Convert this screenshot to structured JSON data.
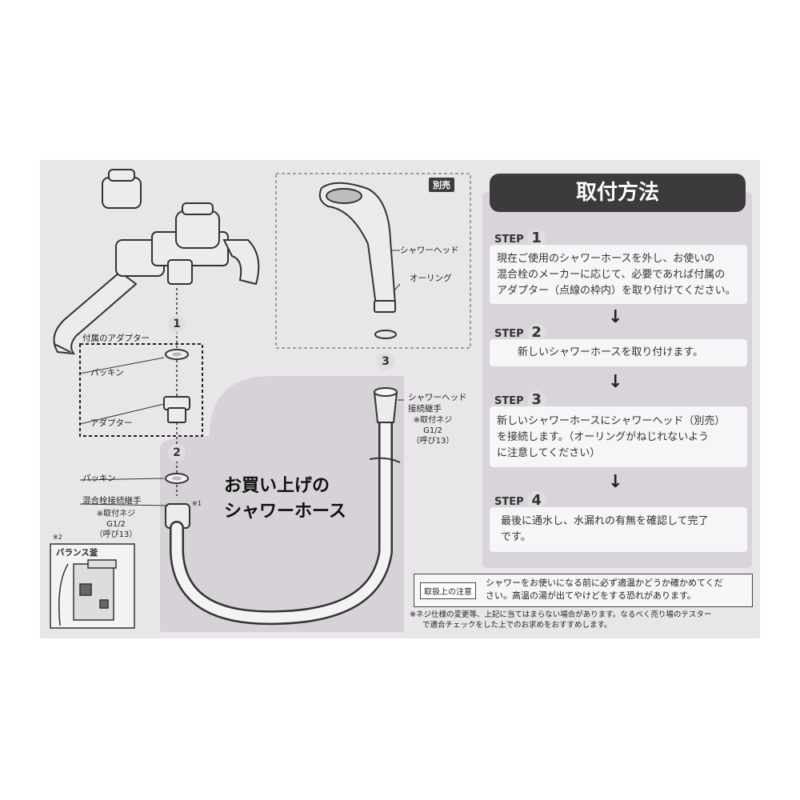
{
  "title": "取付方法",
  "separate_sale": "別売",
  "labels": {
    "shower_head": "シャワーヘッド",
    "o_ring": "オーリング",
    "adapter_included": "付属のアダプター",
    "packing_1": "パッキン",
    "adapter": "アダプター",
    "packing_2": "パッキン",
    "mixer_joint": "混合栓接続継手",
    "shower_head_joint_1": "シャワーヘッド",
    "shower_head_joint_2": "接続継手",
    "balance_kama": "バランス釜",
    "note_mark_1": "※1",
    "note_mark_2": "※2"
  },
  "thread_spec_left": [
    "※取付ネジ",
    "G1/2",
    "（呼び13）"
  ],
  "thread_spec_right": [
    "※取付ネジ",
    "G1/2",
    "（呼び13）"
  ],
  "product_title": [
    "お買い上げの",
    "シャワーホース"
  ],
  "diagram_numbers": [
    "1",
    "2",
    "3"
  ],
  "steps": [
    {
      "label": "STEP",
      "num": "1",
      "lines": [
        "現在ご使用のシャワーホースを外し、お使いの",
        "混合栓のメーカーに応じて、必要であれば付属の",
        "アダプター（点線の枠内）を取り付けてください。"
      ]
    },
    {
      "label": "STEP",
      "num": "2",
      "lines": [
        "新しいシャワーホースを取り付けます。"
      ]
    },
    {
      "label": "STEP",
      "num": "3",
      "lines": [
        "新しいシャワーホースにシャワーヘッド（別売）",
        "を接続します。（オーリングがねじれないよう",
        "に注意してください）"
      ]
    },
    {
      "label": "STEP",
      "num": "4",
      "lines": [
        "最後に通水し、水漏れの有無を確認して完了",
        "です。"
      ]
    }
  ],
  "arrow_glyph": "↓",
  "caution": {
    "tag": "取扱上の注意",
    "lines": [
      "シャワーをお使いになる前に必ず適温かどうか確かめてくだ",
      "さい。高温の湯が出てやけどをする恐れがあります。"
    ]
  },
  "footnote": [
    "※ネジ仕様の変更等、上記に当てはまらない場合があります。なるべく売り場のテスター",
    "で適合チェックをした上でのお求めをおすすめします。"
  ],
  "colors": {
    "card": "#e9e6ea",
    "title_bar": "#3c3a3d",
    "panel": "#d8d4d9",
    "shadow_area": "#d6d2d7"
  }
}
